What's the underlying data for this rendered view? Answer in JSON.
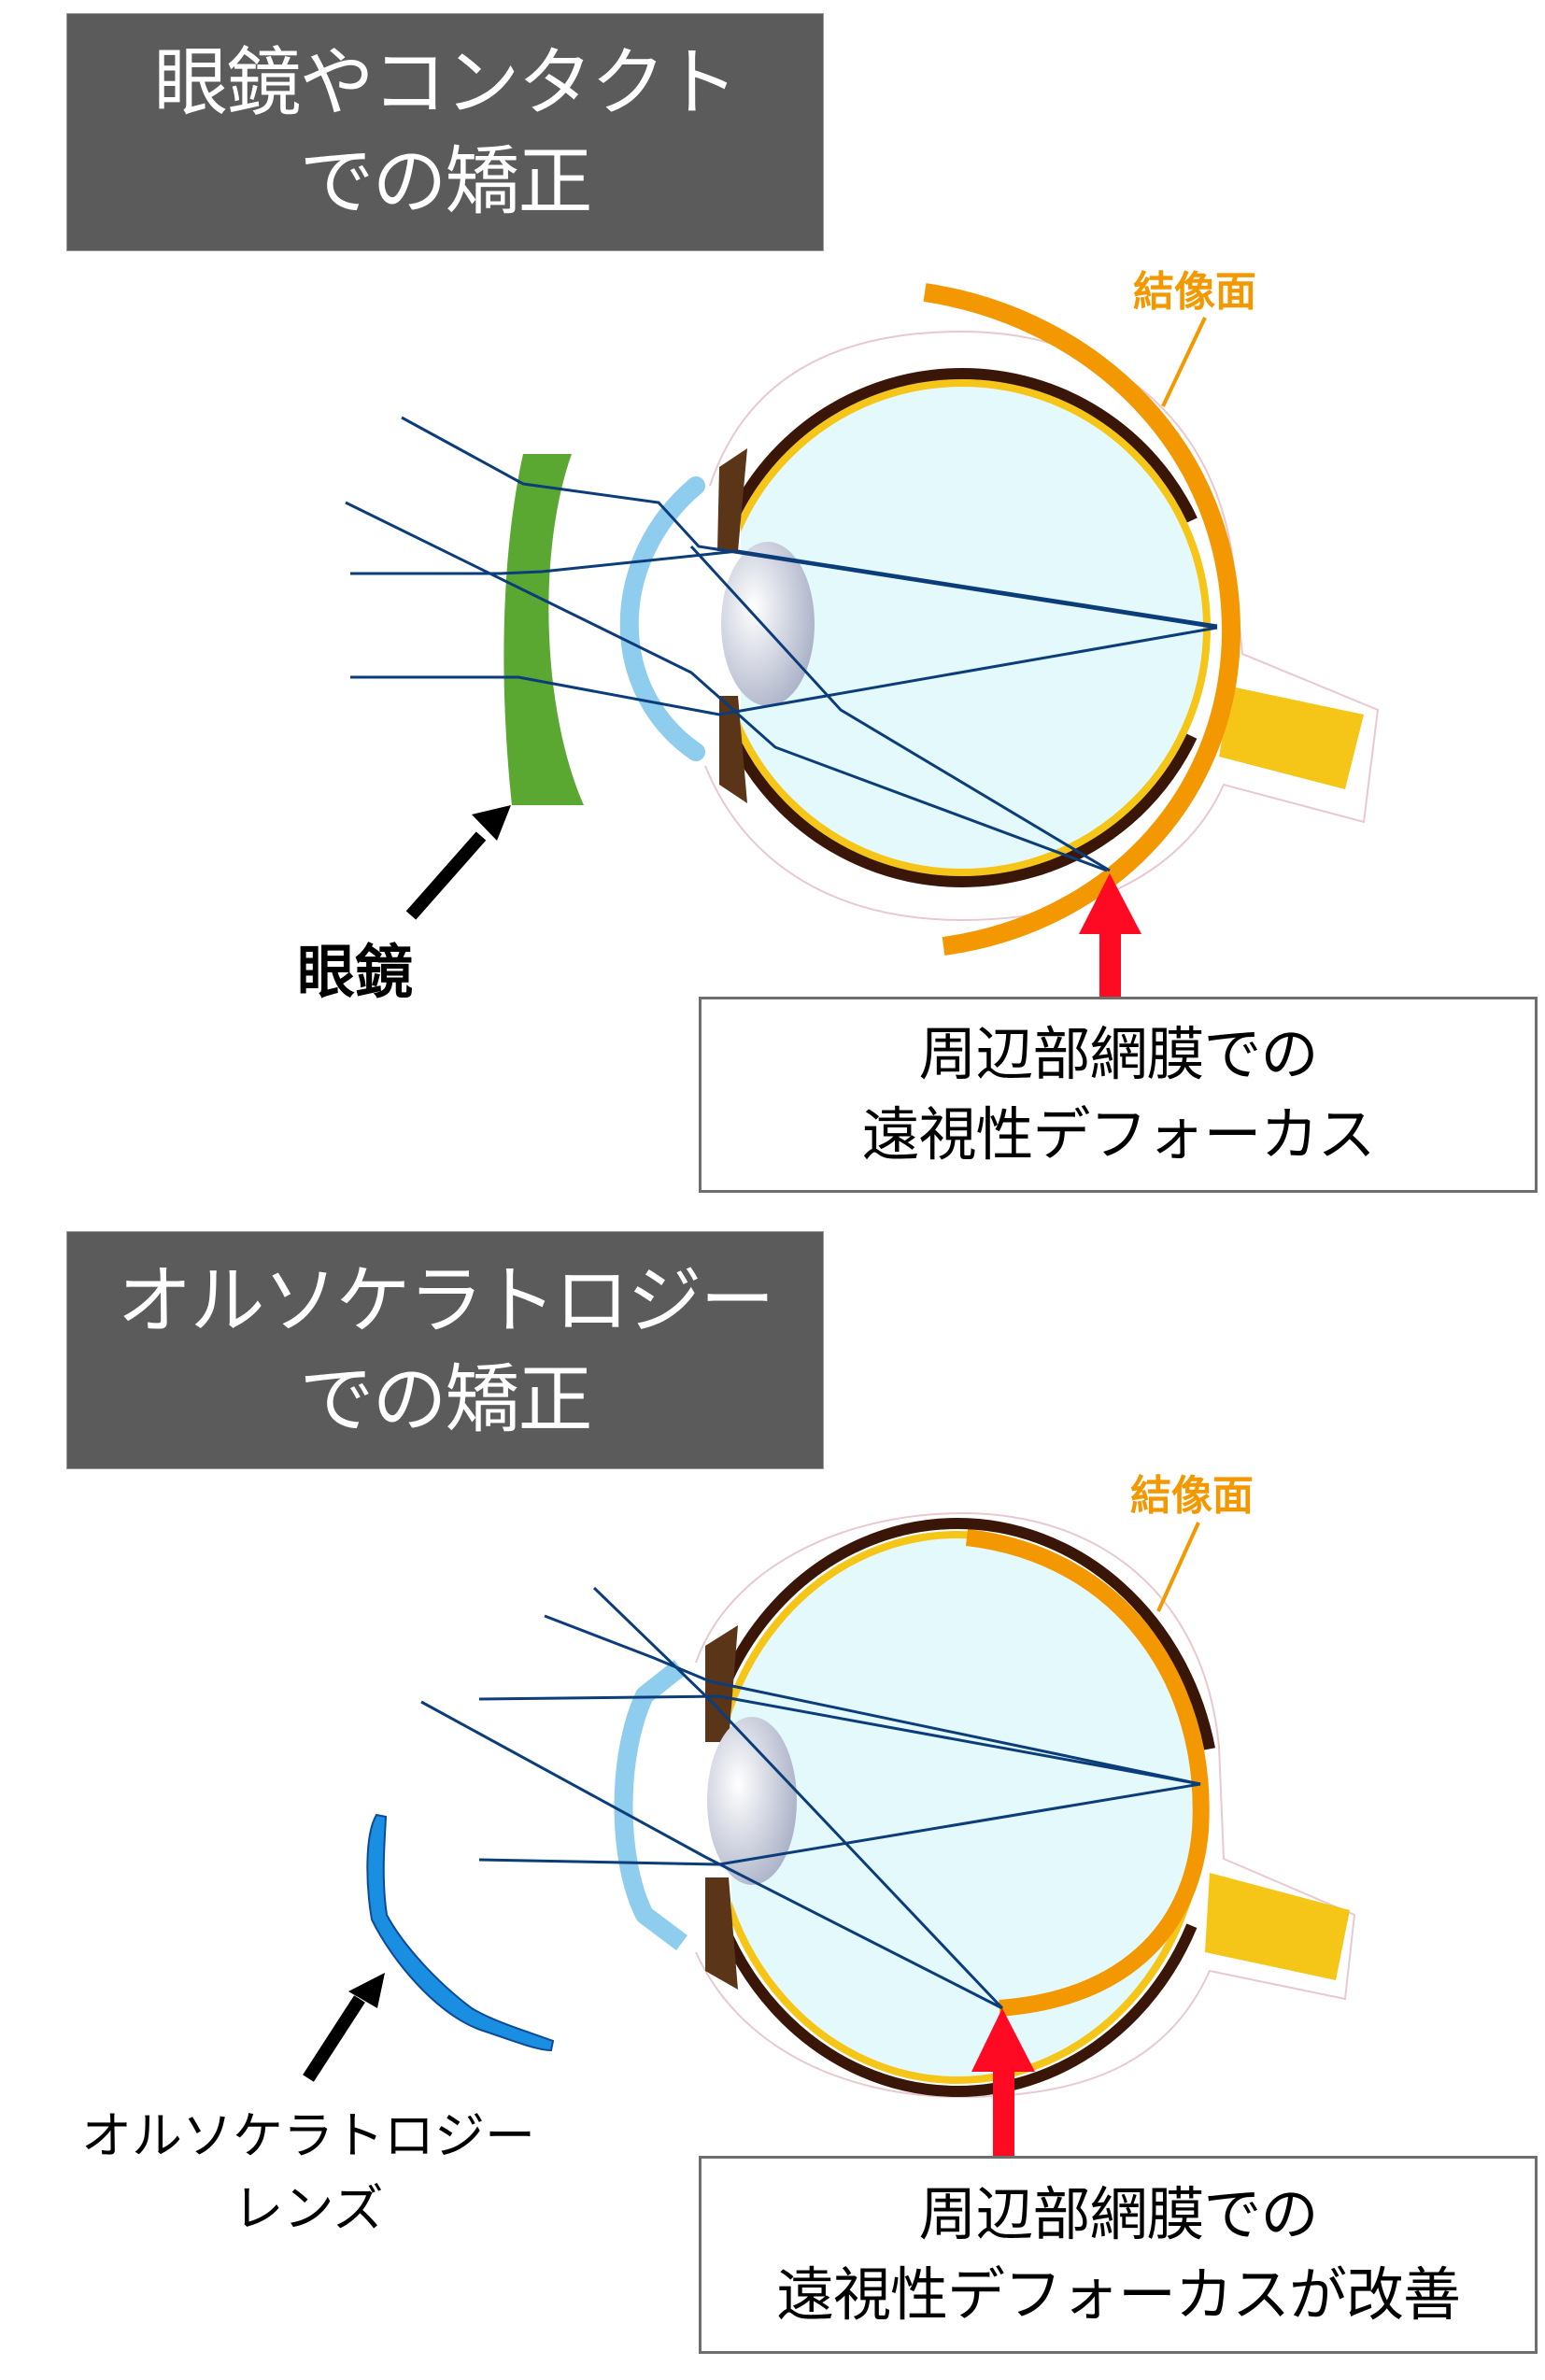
{
  "colors": {
    "title_bg": "#5b5b5b",
    "title_text": "#ffffff",
    "image_plane": "#f39800",
    "retina_yellow": "#f5c518",
    "sclera": "#3a1608",
    "vitreous": "#e4f9fc",
    "ray": "#0b3d7a",
    "glasses_lens": "#5aa832",
    "ortho_lens": "#1a8ee0",
    "cornea": "#8fcdee",
    "red_arrow": "#ff0a22",
    "black_arrow": "#000000"
  },
  "section1": {
    "title_lines": [
      "眼鏡やコンタクト",
      "での矯正"
    ],
    "image_plane_label": "結像面",
    "lens_label": "眼鏡",
    "callout_lines": [
      "周辺部網膜での",
      "遠視性デフォーカス"
    ]
  },
  "section2": {
    "title_lines": [
      "オルソケラトロジー",
      "での矯正"
    ],
    "image_plane_label": "結像面",
    "lens_label_lines": [
      "オルソケラトロジー",
      "レンズ"
    ],
    "callout_lines": [
      "周辺部網膜での",
      "遠視性デフォーカスが改善"
    ]
  }
}
